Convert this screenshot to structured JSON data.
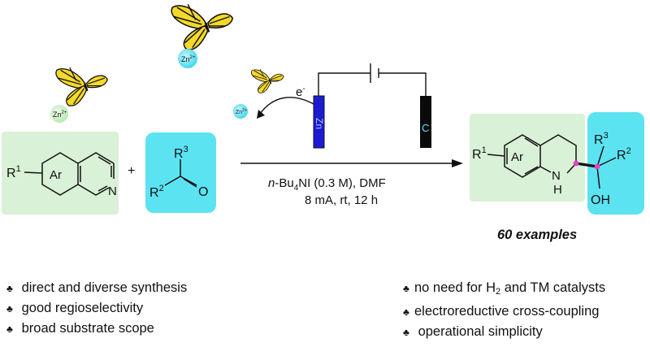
{
  "colors": {
    "green_box": "#d9f1d6",
    "cyan_box": "#5ce3f2",
    "zn_electrode": "#1d1ad6",
    "c_electrode": "#0a0a0a",
    "stereo_dot": "#e83ec8",
    "butterfly_wing": "#f5d92a"
  },
  "icons": [
    "butterfly-icon",
    "zinc-ion-icon",
    "battery-icon",
    "electrode-icon"
  ],
  "reactant1": {
    "r": "R",
    "sup": "1",
    "ring": "Ar",
    "n": "N"
  },
  "reactant2": {
    "plus": "+",
    "r3": "R",
    "r3_sup": "3",
    "r2": "R",
    "r2_sup": "2",
    "o": "O"
  },
  "ions": {
    "zn": "Zn",
    "charge": "2+"
  },
  "electron": {
    "e": "e",
    "sup": "-"
  },
  "electrodes": {
    "anode": "Zn",
    "cathode": "C"
  },
  "conditions": {
    "line1_prefix": "n",
    "line1_mid": "-Bu",
    "line1_sub": "4",
    "line1_rest": "NI (0.3 M), DMF",
    "line2": "8 mA, rt, 12 h"
  },
  "product": {
    "r1": "R",
    "r1_sup": "1",
    "ring": "Ar",
    "nh_n": "N",
    "nh_h": "H",
    "r3": "R",
    "r3_sup": "3",
    "r2": "R",
    "r2_sup": "2",
    "oh": "OH"
  },
  "examples": "60 examples",
  "bullets_left": [
    "direct and diverse synthesis",
    "good regioselectivity",
    "broad substrate scope"
  ],
  "bullets_right": {
    "item1_prefix": "no need for H",
    "item1_sub": "2",
    "item1_suffix": " and TM catalysts",
    "item2": "electroreductive cross-coupling",
    "item3": " operational simplicity"
  },
  "club_symbol": "♣"
}
